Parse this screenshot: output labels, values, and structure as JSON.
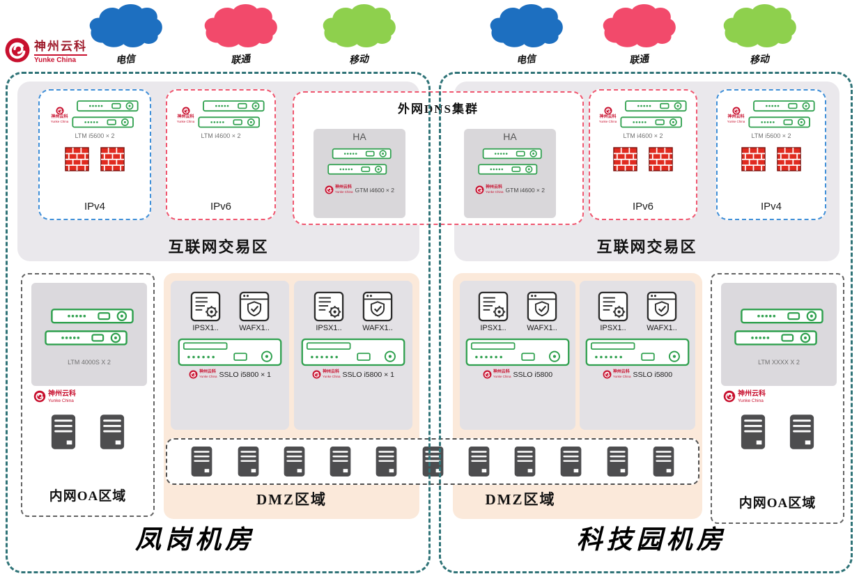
{
  "palette": {
    "border_teal": "#2f7377",
    "zone_gray": "#eae8ec",
    "dmz_peach": "#fbe9da",
    "device_green": "#2fa04e",
    "brand_red": "#c8102e",
    "firewall_red": "#e02b20",
    "ipv4_border": "#3f8fd8",
    "ipv6_border": "#f0566f"
  },
  "logo": {
    "brand_cn": "神州云科",
    "brand_en": "Yunke China"
  },
  "clouds": {
    "left": [
      {
        "label": "电信",
        "color": "#1d6fc0"
      },
      {
        "label": "联通",
        "color": "#f24a6b"
      },
      {
        "label": "移动",
        "color": "#8ed04d"
      }
    ],
    "right": [
      {
        "label": "电信",
        "color": "#1d6fc0"
      },
      {
        "label": "联通",
        "color": "#f24a6b"
      },
      {
        "label": "移动",
        "color": "#8ed04d"
      }
    ]
  },
  "dns_cluster": {
    "title": "外网DNS集群",
    "nodes": [
      {
        "ha": "HA",
        "device": "GTM i4600 × 2"
      },
      {
        "ha": "HA",
        "device": "GTM i4600 × 2"
      }
    ]
  },
  "datacenters": {
    "left": {
      "name": "凤岗机房",
      "internet_zone": {
        "label": "互联网交易区",
        "ipv4": {
          "device": "LTM i5600 × 2",
          "label": "IPv4"
        },
        "ipv6": {
          "device": "LTM i4600 × 2",
          "label": "IPv6"
        }
      },
      "oa_zone": {
        "label": "内网OA区域",
        "device": "LTM 4000S X 2"
      },
      "dmz": {
        "label": "DMZ区域",
        "groups": [
          {
            "ips": "IPSX1..",
            "waf": "WAFX1..",
            "sslo": "SSLO i5800 × 1"
          },
          {
            "ips": "IPSX1..",
            "waf": "WAFX1..",
            "sslo": "SSLO i5800 × 1"
          }
        ]
      }
    },
    "right": {
      "name": "科技园机房",
      "internet_zone": {
        "label": "互联网交易区",
        "ipv6": {
          "device": "LTM i4600 × 2",
          "label": "IPv6"
        },
        "ipv4": {
          "device": "LTM i5600 × 2",
          "label": "IPv4"
        }
      },
      "oa_zone": {
        "label": "内网OA区域",
        "device": "LTM XXXX X 2"
      },
      "dmz": {
        "label": "DMZ区域",
        "groups": [
          {
            "ips": "IPSX1..",
            "waf": "WAFX1..",
            "sslo": "SSLO i5800"
          },
          {
            "ips": "IPSX1..",
            "waf": "WAFX1..",
            "sslo": "SSLO i5800"
          }
        ]
      }
    }
  }
}
